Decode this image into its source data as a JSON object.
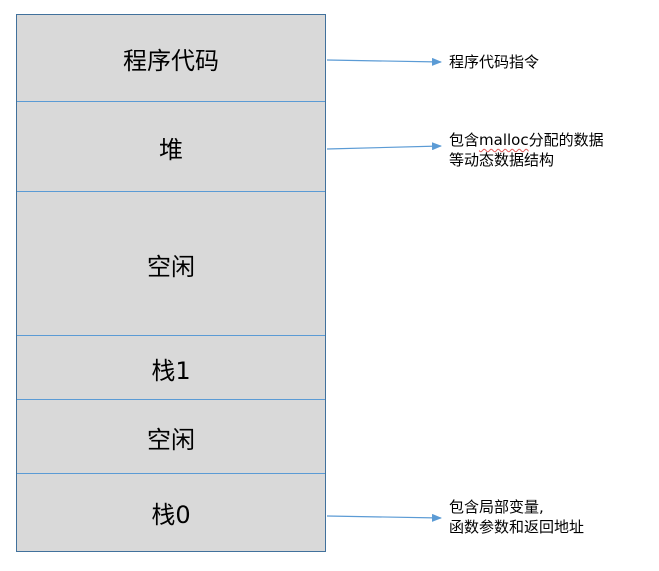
{
  "segments": [
    {
      "key": "code",
      "label": "程序代码"
    },
    {
      "key": "heap",
      "label": "堆"
    },
    {
      "key": "free1",
      "label": "空闲"
    },
    {
      "key": "stack1",
      "label": "栈1"
    },
    {
      "key": "free2",
      "label": "空闲"
    },
    {
      "key": "stack0",
      "label": "栈0"
    }
  ],
  "annotations": {
    "code": {
      "line1": "程序代码指令"
    },
    "heap": {
      "line1_pre": "包含",
      "line1_mid": "malloc",
      "line1_post": "分配的数据",
      "line2": "等动态数据结构"
    },
    "stack0": {
      "line1": "包含局部变量,",
      "line2": "函数参数和返回地址"
    }
  },
  "colors": {
    "segment_fill": "#d9d9d9",
    "border": "#41719c",
    "divider": "#5b9bd5",
    "arrow": "#5b9bd5"
  }
}
